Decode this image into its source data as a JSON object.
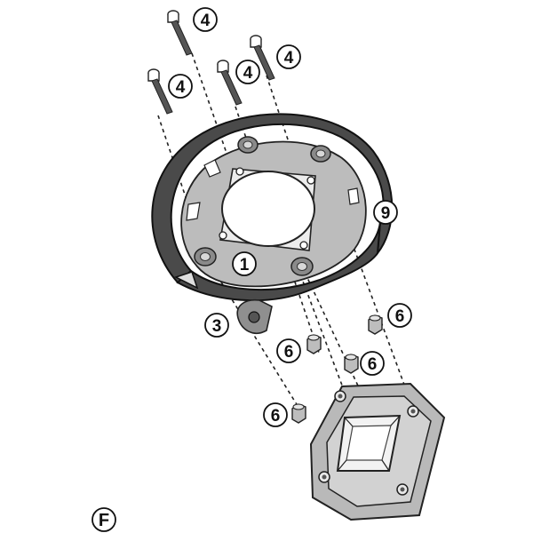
{
  "diagram": {
    "figure_letter": "F",
    "callouts": [
      {
        "id": "screw-a",
        "label": "4"
      },
      {
        "id": "screw-b",
        "label": "4"
      },
      {
        "id": "screw-c",
        "label": "4"
      },
      {
        "id": "screw-d",
        "label": "4"
      },
      {
        "id": "ring-plate",
        "label": "1"
      },
      {
        "id": "outer-ring",
        "label": "9"
      },
      {
        "id": "tab-bracket",
        "label": "3"
      },
      {
        "id": "nut-a",
        "label": "6"
      },
      {
        "id": "nut-b",
        "label": "6"
      },
      {
        "id": "nut-c",
        "label": "6"
      },
      {
        "id": "nut-d",
        "label": "6"
      }
    ]
  }
}
